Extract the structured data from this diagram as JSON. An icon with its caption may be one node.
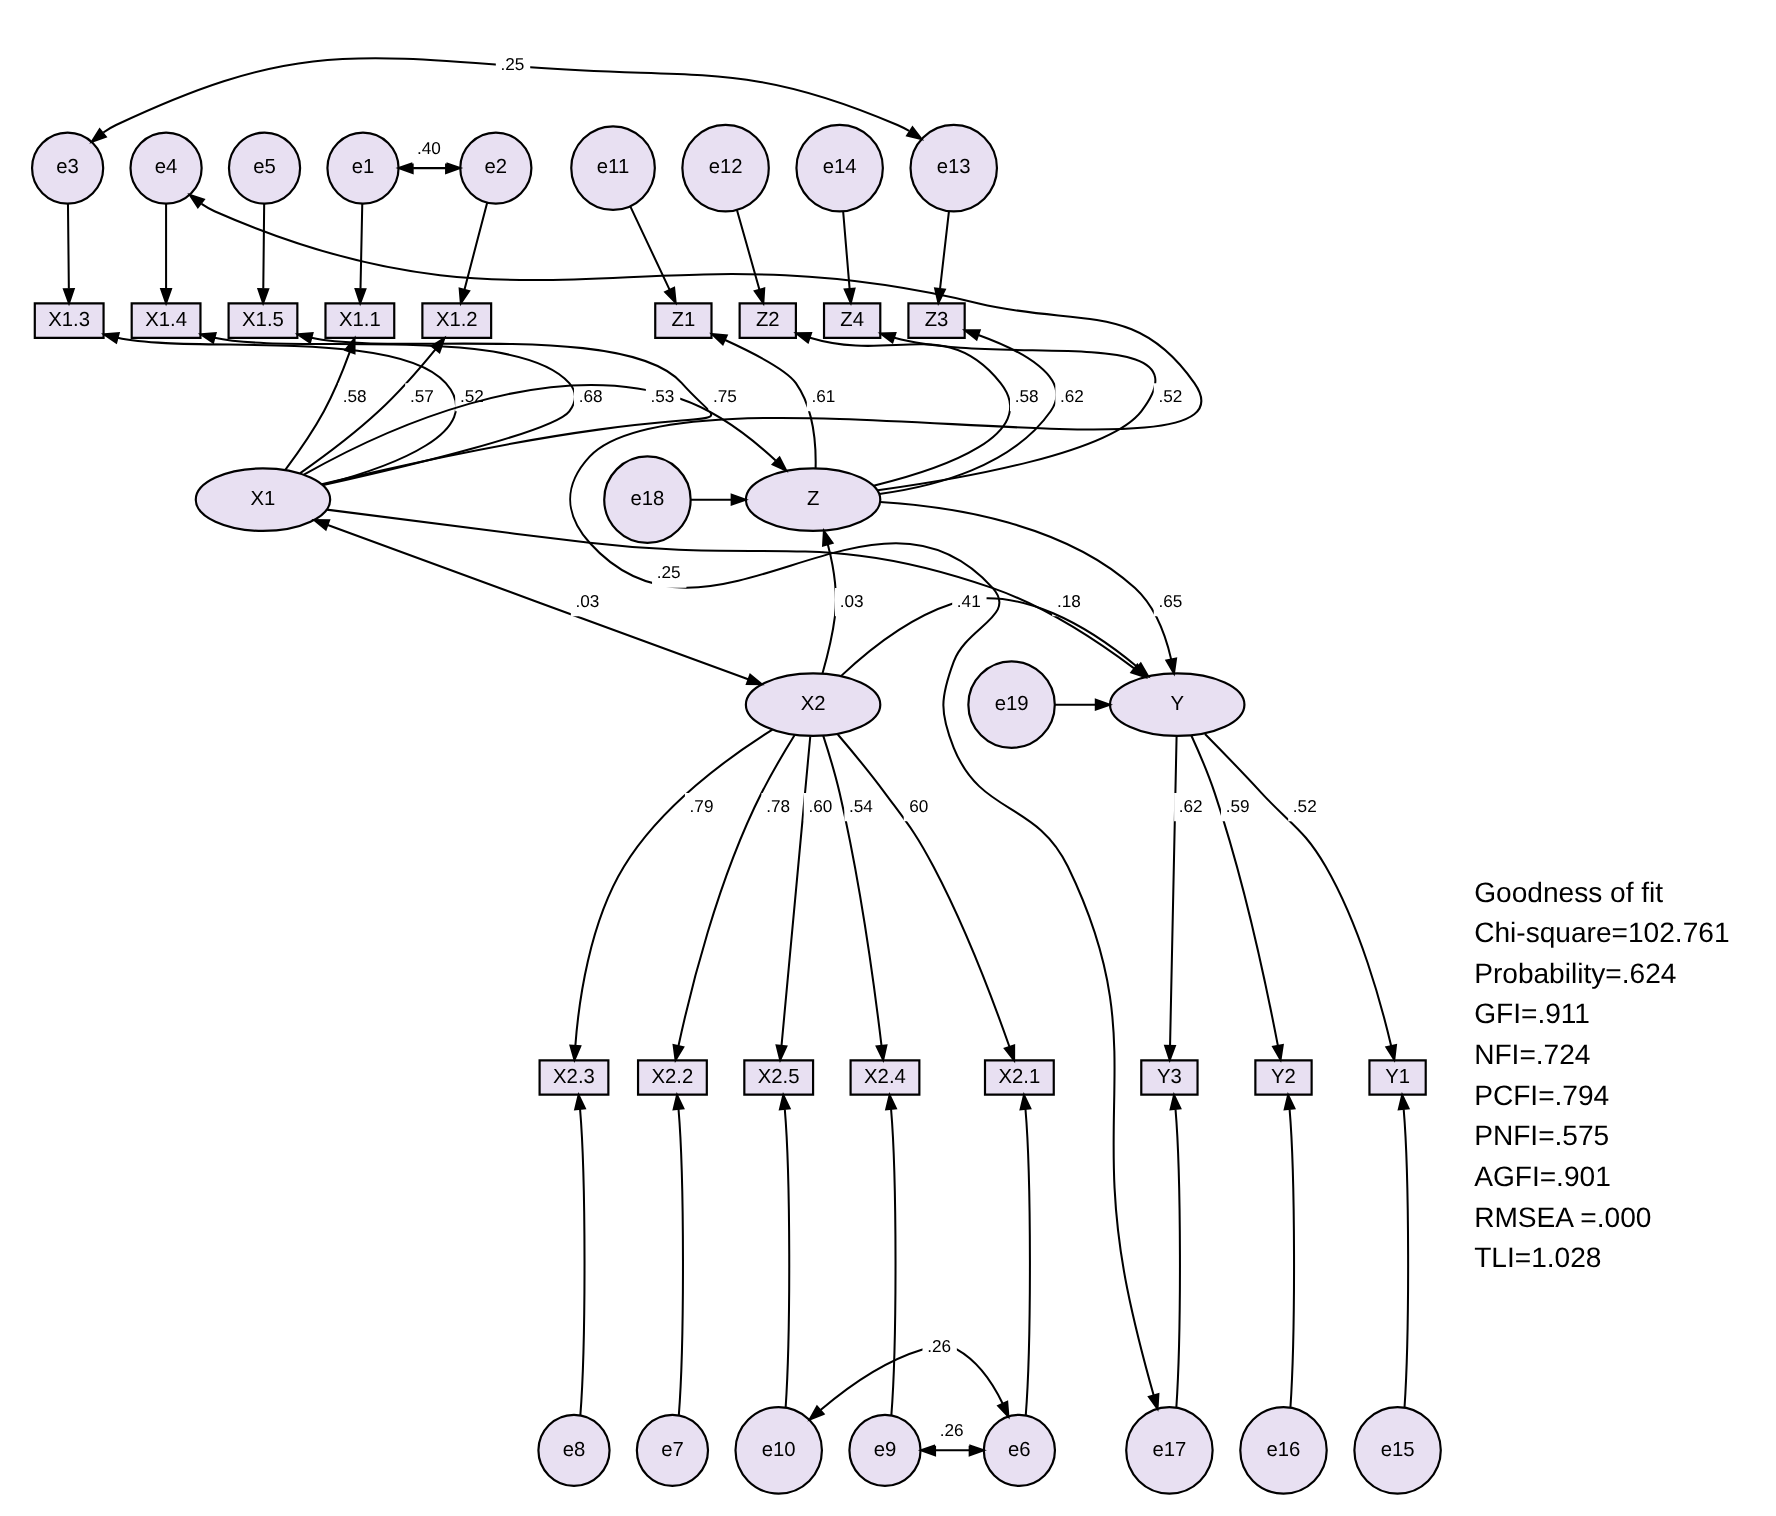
{
  "diagram": {
    "nodes": [
      {
        "text": [
          "e1"
        ]
      },
      {
        "text": [
          "e2"
        ]
      },
      {
        "text": [
          "e3"
        ]
      },
      {
        "text": [
          "e4"
        ]
      },
      {
        "text": [
          "e5"
        ]
      },
      {
        "text": [
          "e11"
        ]
      },
      {
        "text": [
          "e12"
        ]
      },
      {
        "text": [
          "e13"
        ]
      },
      {
        "text": [
          "e14"
        ]
      },
      {
        "text": [
          "X1.1"
        ]
      },
      {
        "text": [
          "X1.2"
        ]
      },
      {
        "text": [
          "X1.3"
        ]
      },
      {
        "text": [
          "X1.4"
        ]
      },
      {
        "text": [
          "X1.5"
        ]
      },
      {
        "text": [
          "Z1"
        ]
      },
      {
        "text": [
          "Z2"
        ]
      },
      {
        "text": [
          "Z3"
        ]
      },
      {
        "text": [
          "Z4"
        ]
      },
      {
        "text": [
          "X1"
        ]
      },
      {
        "text": [
          "Z"
        ]
      },
      {
        "text": [
          "e18"
        ]
      },
      {
        "text": [
          "X2"
        ]
      },
      {
        "text": [
          "Y"
        ]
      },
      {
        "text": [
          "e19"
        ]
      },
      {
        "text": [
          "X2.5"
        ]
      },
      {
        "text": [
          "X2.4"
        ]
      },
      {
        "text": [
          "X2.3"
        ]
      },
      {
        "text": [
          "X2.2"
        ]
      },
      {
        "text": [
          "X2.1"
        ]
      },
      {
        "text": [
          "Y3"
        ]
      },
      {
        "text": [
          "Y2"
        ]
      },
      {
        "text": [
          "Y1"
        ]
      },
      {
        "text": [
          "e10"
        ]
      },
      {
        "text": [
          "e9"
        ]
      },
      {
        "text": [
          "e8"
        ]
      },
      {
        "text": [
          "e7"
        ]
      },
      {
        "text": [
          "e6"
        ]
      },
      {
        "text": [
          "e17"
        ]
      },
      {
        "text": [
          "e16"
        ]
      },
      {
        "text": [
          "e15"
        ]
      }
    ],
    "edges": [
      {
        "from": 0,
        "to": 1,
        "arrow": "both",
        "label": ".40"
      },
      {
        "from": 2,
        "to": 7,
        "arrow": "both",
        "label": ".25"
      },
      {
        "from": 3,
        "to": 37,
        "arrow": "both",
        "label": ".25"
      },
      {
        "from": 0,
        "to": 9,
        "arrow": "to"
      },
      {
        "from": 1,
        "to": 10,
        "arrow": "to"
      },
      {
        "from": 2,
        "to": 11,
        "arrow": "to"
      },
      {
        "from": 3,
        "to": 12,
        "arrow": "to"
      },
      {
        "from": 4,
        "to": 13,
        "arrow": "to"
      },
      {
        "from": 5,
        "to": 14,
        "arrow": "to"
      },
      {
        "from": 6,
        "to": 15,
        "arrow": "to"
      },
      {
        "from": 7,
        "to": 16,
        "arrow": "to"
      },
      {
        "from": 8,
        "to": 17,
        "arrow": "to"
      },
      {
        "from": 18,
        "to": 9,
        "arrow": "to",
        "label": ".58"
      },
      {
        "from": 18,
        "to": 10,
        "arrow": "to",
        "label": ".57"
      },
      {
        "from": 18,
        "to": 11,
        "arrow": "to",
        "label": ".52"
      },
      {
        "from": 18,
        "to": 12,
        "arrow": "to",
        "label": ".68"
      },
      {
        "from": 18,
        "to": 13,
        "arrow": "to",
        "label": ".75"
      },
      {
        "from": 19,
        "to": 14,
        "arrow": "to",
        "label": ".61"
      },
      {
        "from": 19,
        "to": 15,
        "arrow": "to",
        "label": ".58"
      },
      {
        "from": 19,
        "to": 16,
        "arrow": "to",
        "label": ".62"
      },
      {
        "from": 19,
        "to": 17,
        "arrow": "to",
        "label": ".52"
      },
      {
        "from": 18,
        "to": 19,
        "arrow": "to",
        "label": ".53"
      },
      {
        "from": 20,
        "to": 19,
        "arrow": "to"
      },
      {
        "from": 18,
        "to": 21,
        "arrow": "both",
        "label": ".03"
      },
      {
        "from": 21,
        "to": 19,
        "arrow": "to",
        "label": ".03"
      },
      {
        "from": 18,
        "to": 22,
        "arrow": "to",
        "label": ".18"
      },
      {
        "from": 19,
        "to": 22,
        "arrow": "to",
        "label": ".65"
      },
      {
        "from": 21,
        "to": 22,
        "arrow": "to",
        "label": ".41"
      },
      {
        "from": 23,
        "to": 22,
        "arrow": "to"
      },
      {
        "from": 21,
        "to": 24,
        "arrow": "to",
        "label": ".60"
      },
      {
        "from": 21,
        "to": 25,
        "arrow": "to",
        "label": ".54"
      },
      {
        "from": 21,
        "to": 26,
        "arrow": "to",
        "label": ".79"
      },
      {
        "from": 21,
        "to": 27,
        "arrow": "to",
        "label": ".78"
      },
      {
        "from": 21,
        "to": 28,
        "arrow": "to",
        "label": "60"
      },
      {
        "from": 22,
        "to": 29,
        "arrow": "to",
        "label": ".62"
      },
      {
        "from": 22,
        "to": 30,
        "arrow": "to",
        "label": ".59"
      },
      {
        "from": 22,
        "to": 31,
        "arrow": "to",
        "label": ".52"
      },
      {
        "from": 32,
        "to": 24,
        "arrow": "to"
      },
      {
        "from": 33,
        "to": 25,
        "arrow": "to"
      },
      {
        "from": 34,
        "to": 26,
        "arrow": "to"
      },
      {
        "from": 35,
        "to": 27,
        "arrow": "to"
      },
      {
        "from": 36,
        "to": 28,
        "arrow": "to"
      },
      {
        "from": 37,
        "to": 29,
        "arrow": "to"
      },
      {
        "from": 38,
        "to": 30,
        "arrow": "to"
      },
      {
        "from": 39,
        "to": 31,
        "arrow": "to"
      },
      {
        "from": 33,
        "to": 36,
        "arrow": "both",
        "label": ".26"
      },
      {
        "from": 32,
        "to": 36,
        "arrow": "both",
        "label": ".26"
      }
    ],
    "labels": [
      "Goodness of fit",
      "Chi-square=102.761",
      "Probability=.624",
      "GFI=.911",
      "NFI=.724",
      "PCFI=.794",
      "PNFI=.575",
      "AGFI=.901",
      "RMSEA =.000",
      "TLI=1.028"
    ]
  }
}
